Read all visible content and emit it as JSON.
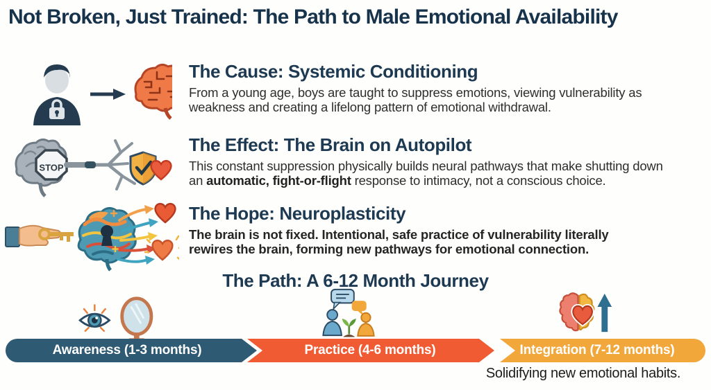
{
  "title": "Not Broken, Just Trained: The Path to Male Emotional Availability",
  "sections": {
    "cause": {
      "icon": "locked-person-arrow-brain-icon",
      "heading": "The Cause: Systemic Conditioning",
      "body": "From a young age, boys are taught to suppress emotions, viewing vulnerability as weakness and creating a lifelong pattern of emotional withdrawal."
    },
    "effect": {
      "icon": "stop-brain-neuron-shield-heart-icon",
      "heading": "The Effect: The Brain on Autopilot",
      "body_pre": "This constant suppression physically builds neural pathways that make shutting down an ",
      "body_bold": "automatic, fight-or-flight",
      "body_post": " response to intimacy, not a conscious choice.",
      "stop_sign_label": "STOP"
    },
    "hope": {
      "icon": "key-unlocking-colorful-brain-icon",
      "heading": "The Hope: Neuroplasticity",
      "body": "The brain is not fixed. Intentional, safe practice of vulnerability literally rewires the brain, forming new pathways for emotional connection."
    }
  },
  "path": {
    "heading": "The Path: A 6-12 Month Journey",
    "stages": [
      {
        "label": "Awareness (1-3 months)",
        "color": "#2E5A74",
        "icon": "eye-and-mirror-icon"
      },
      {
        "label": "Practice (4-6 months)",
        "color": "#F15B33",
        "icon": "conversation-and-sprout-icon"
      },
      {
        "label": "Integration (7-12 months)",
        "color": "#F2A73B",
        "icon": "brain-heart-up-arrow-icon"
      }
    ],
    "footnote": "Solidifying new emotional habits."
  }
}
